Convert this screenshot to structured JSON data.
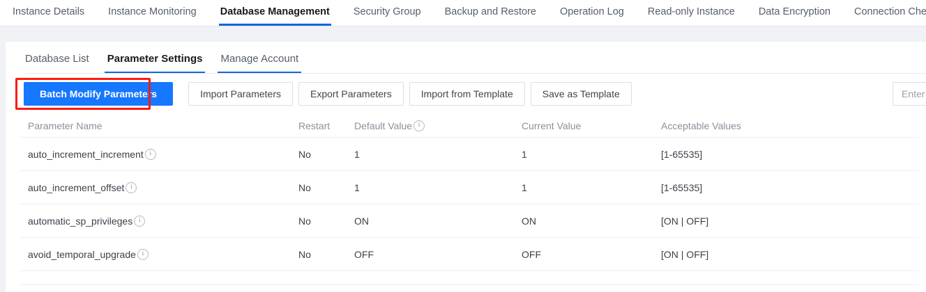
{
  "topnav": {
    "items": [
      {
        "label": "Instance Details",
        "active": false
      },
      {
        "label": "Instance Monitoring",
        "active": false
      },
      {
        "label": "Database Management",
        "active": true
      },
      {
        "label": "Security Group",
        "active": false
      },
      {
        "label": "Backup and Restore",
        "active": false
      },
      {
        "label": "Operation Log",
        "active": false
      },
      {
        "label": "Read-only Instance",
        "active": false
      },
      {
        "label": "Data Encryption",
        "active": false
      },
      {
        "label": "Connection Check",
        "active": false
      }
    ]
  },
  "subtabs": {
    "items": [
      {
        "label": "Database List",
        "active": false,
        "underlined": false
      },
      {
        "label": "Parameter Settings",
        "active": true,
        "underlined": true
      },
      {
        "label": "Manage Account",
        "active": false,
        "underlined": true
      }
    ]
  },
  "toolbar": {
    "batch_modify_label": "Batch Modify Parameters",
    "import_parameters_label": "Import Parameters",
    "export_parameters_label": "Export Parameters",
    "import_from_template_label": "Import from Template",
    "save_as_template_label": "Save as Template",
    "highlight_color": "#ff1a11",
    "primary_color": "#1677ff"
  },
  "search": {
    "value": "",
    "placeholder": "Enter parameter name"
  },
  "table": {
    "columns": [
      {
        "label": "Parameter Name",
        "info": false
      },
      {
        "label": "Restart",
        "info": false
      },
      {
        "label": "Default Value",
        "info": true
      },
      {
        "label": "Current Value",
        "info": false
      },
      {
        "label": "Acceptable Values",
        "info": false
      }
    ],
    "rows": [
      {
        "name": "auto_increment_increment",
        "restart": "No",
        "default": "1",
        "current": "1",
        "acceptable": "[1-65535]"
      },
      {
        "name": "auto_increment_offset",
        "restart": "No",
        "default": "1",
        "current": "1",
        "acceptable": "[1-65535]"
      },
      {
        "name": "automatic_sp_privileges",
        "restart": "No",
        "default": "ON",
        "current": "ON",
        "acceptable": "[ON | OFF]"
      },
      {
        "name": "avoid_temporal_upgrade",
        "restart": "No",
        "default": "OFF",
        "current": "OFF",
        "acceptable": "[ON | OFF]"
      }
    ]
  },
  "icons": {
    "info": "i"
  }
}
